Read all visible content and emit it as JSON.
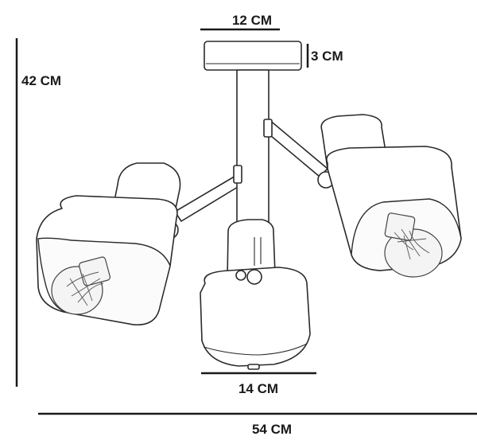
{
  "dimensions": {
    "canopy_width": "12 CM",
    "canopy_height": "3 CM",
    "total_height": "42 CM",
    "center_shade_width": "14 CM",
    "total_width": "54 CM"
  },
  "colors": {
    "line": "#1a1a1a",
    "drawing": "#2a2a2a",
    "background": "#ffffff"
  }
}
